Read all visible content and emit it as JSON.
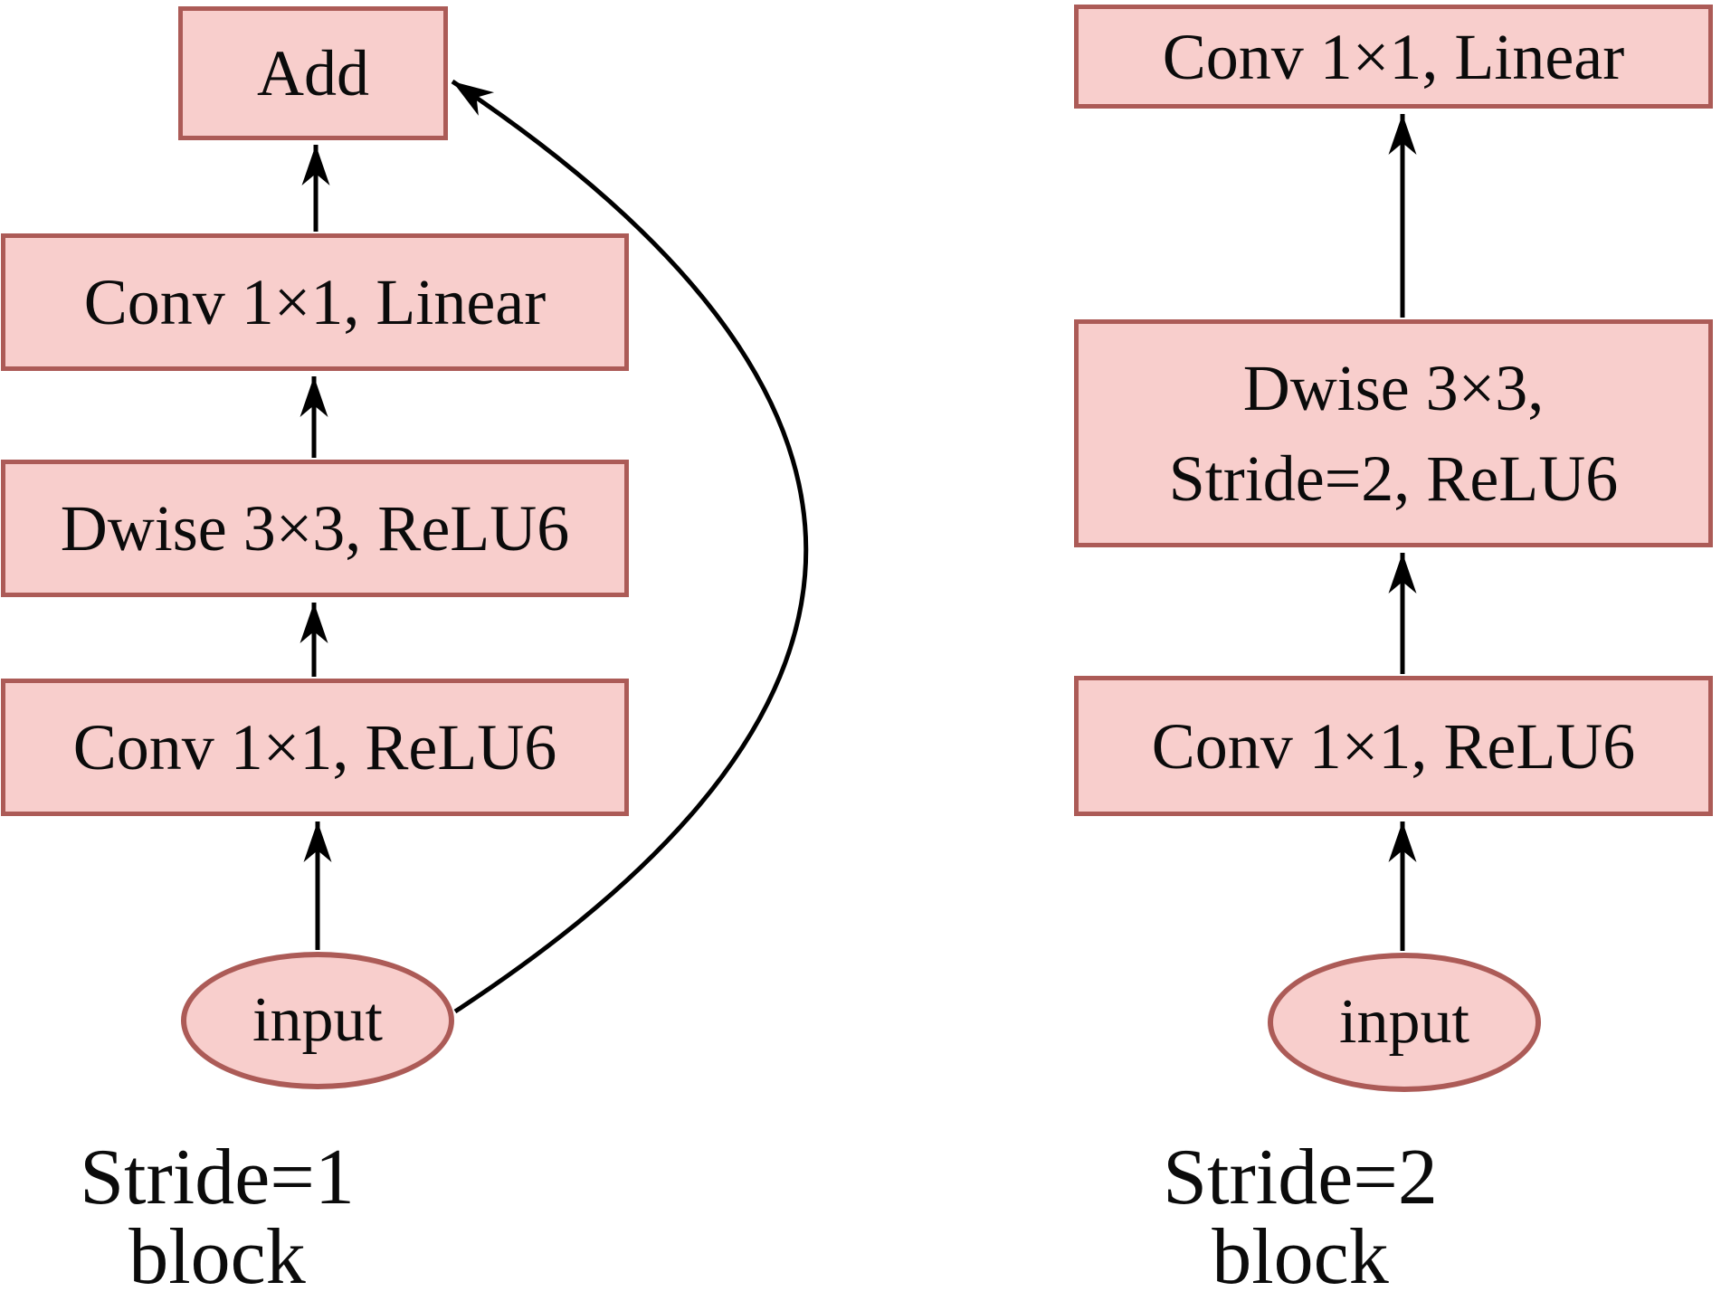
{
  "figure": {
    "description": "Two convolutional block diagrams",
    "background": "#ffffff"
  },
  "style": {
    "node_fill": "#F8CECC",
    "node_stroke": "#AC5B57",
    "arrow_color": "#000000",
    "text_color": "#0b0b0b"
  },
  "left_block": {
    "caption": "Stride=1 block",
    "nodes": {
      "add": "Add",
      "conv_linear": "Conv 1×1, Linear",
      "dwise": "Dwise 3×3, ReLU6",
      "conv_relu": "Conv 1×1, ReLU6",
      "input": "input"
    }
  },
  "right_block": {
    "caption": "Stride=2 block",
    "nodes": {
      "conv_linear": "Conv 1×1, Linear",
      "dwise_line1": "Dwise 3×3,",
      "dwise_line2": "Stride=2, ReLU6",
      "conv_relu": "Conv 1×1, ReLU6",
      "input": "input"
    }
  }
}
